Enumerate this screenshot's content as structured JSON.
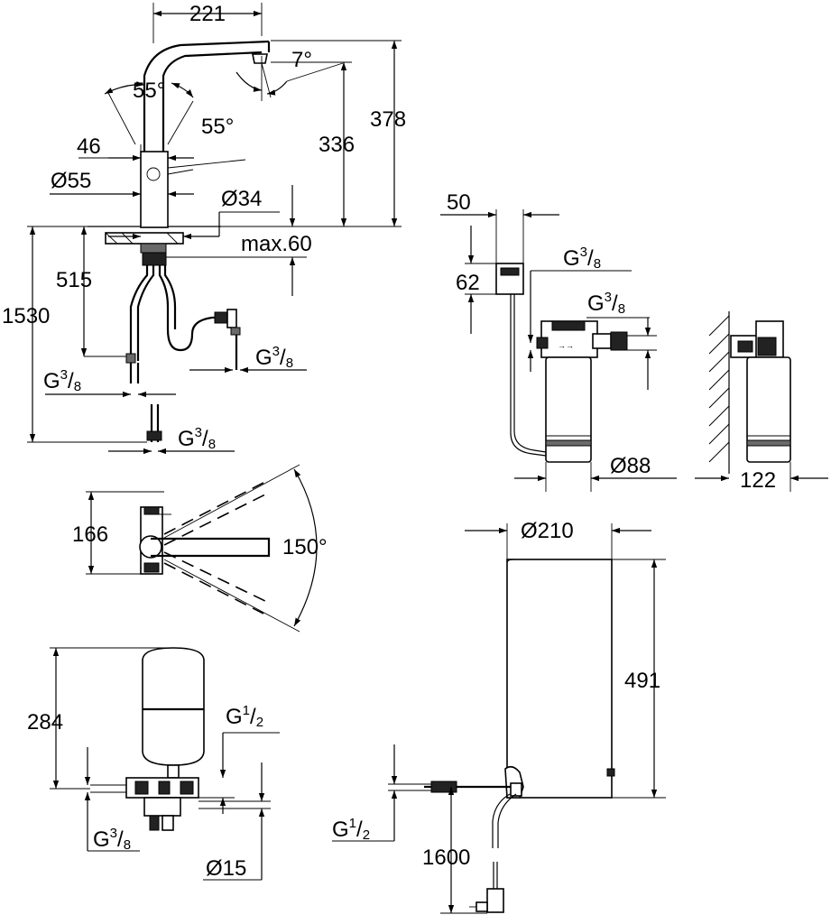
{
  "faucet": {
    "spout_reach": "221",
    "spout_angle": "7°",
    "lever_angle_left": "55°",
    "lever_angle_right": "55°",
    "height_total": "378",
    "height_spout": "336",
    "body_offset": "46",
    "body_diameter": "Ø55",
    "hole_diameter": "Ø34",
    "counter_max": "max.60",
    "hose_515": "515",
    "hose_1530": "1530",
    "conn_right": {
      "main": "G",
      "num": "3",
      "den": "8"
    },
    "conn_left": {
      "main": "G",
      "num": "3",
      "den": "8"
    },
    "conn_bottom": {
      "main": "G",
      "num": "3",
      "den": "8"
    }
  },
  "filter": {
    "head_width": "50",
    "head_height": "62",
    "inlet": {
      "main": "G",
      "num": "3",
      "den": "8"
    },
    "outlet": {
      "main": "G",
      "num": "3",
      "den": "8"
    },
    "diameter": "Ø88",
    "wall_depth": "122"
  },
  "top_view": {
    "depth": "166",
    "swivel_angle": "150°"
  },
  "tank": {
    "height": "284",
    "inlet": {
      "main": "G",
      "num": "1",
      "den": "2"
    },
    "outlet": {
      "main": "G",
      "num": "3",
      "den": "8"
    },
    "pipe_diameter": "Ø15"
  },
  "boiler": {
    "diameter": "Ø210",
    "height": "491",
    "conn": {
      "main": "G",
      "num": "1",
      "den": "2"
    },
    "cable_length": "1600"
  }
}
